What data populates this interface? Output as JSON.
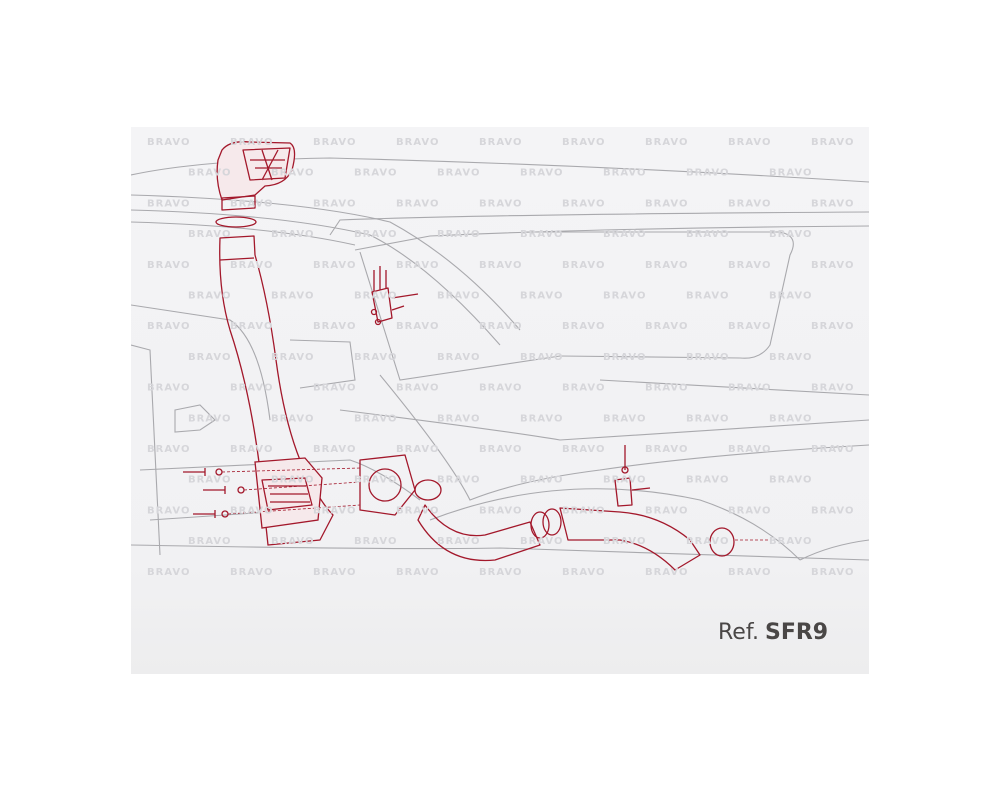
{
  "watermark": "BRAVO",
  "reference": {
    "prefix": "Ref.",
    "code": "SFR9"
  },
  "colors": {
    "line_art": "#a3182b",
    "car_outline": "#a9a9ad",
    "reference_text": "#4a4746"
  }
}
